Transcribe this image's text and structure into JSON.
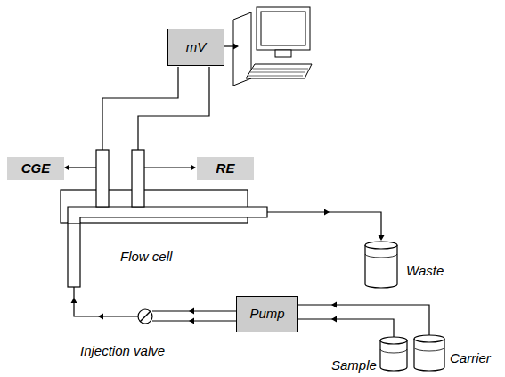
{
  "diagram": {
    "nodes": [
      {
        "text": [
          "mV"
        ]
      },
      {
        "text": [
          "CGE"
        ]
      },
      {
        "text": [
          "RE"
        ]
      },
      {
        "text": [
          "Pump"
        ]
      }
    ],
    "labels": [
      "Flow cell",
      "Waste",
      "Injection valve",
      "Sample",
      "Carrier"
    ]
  }
}
